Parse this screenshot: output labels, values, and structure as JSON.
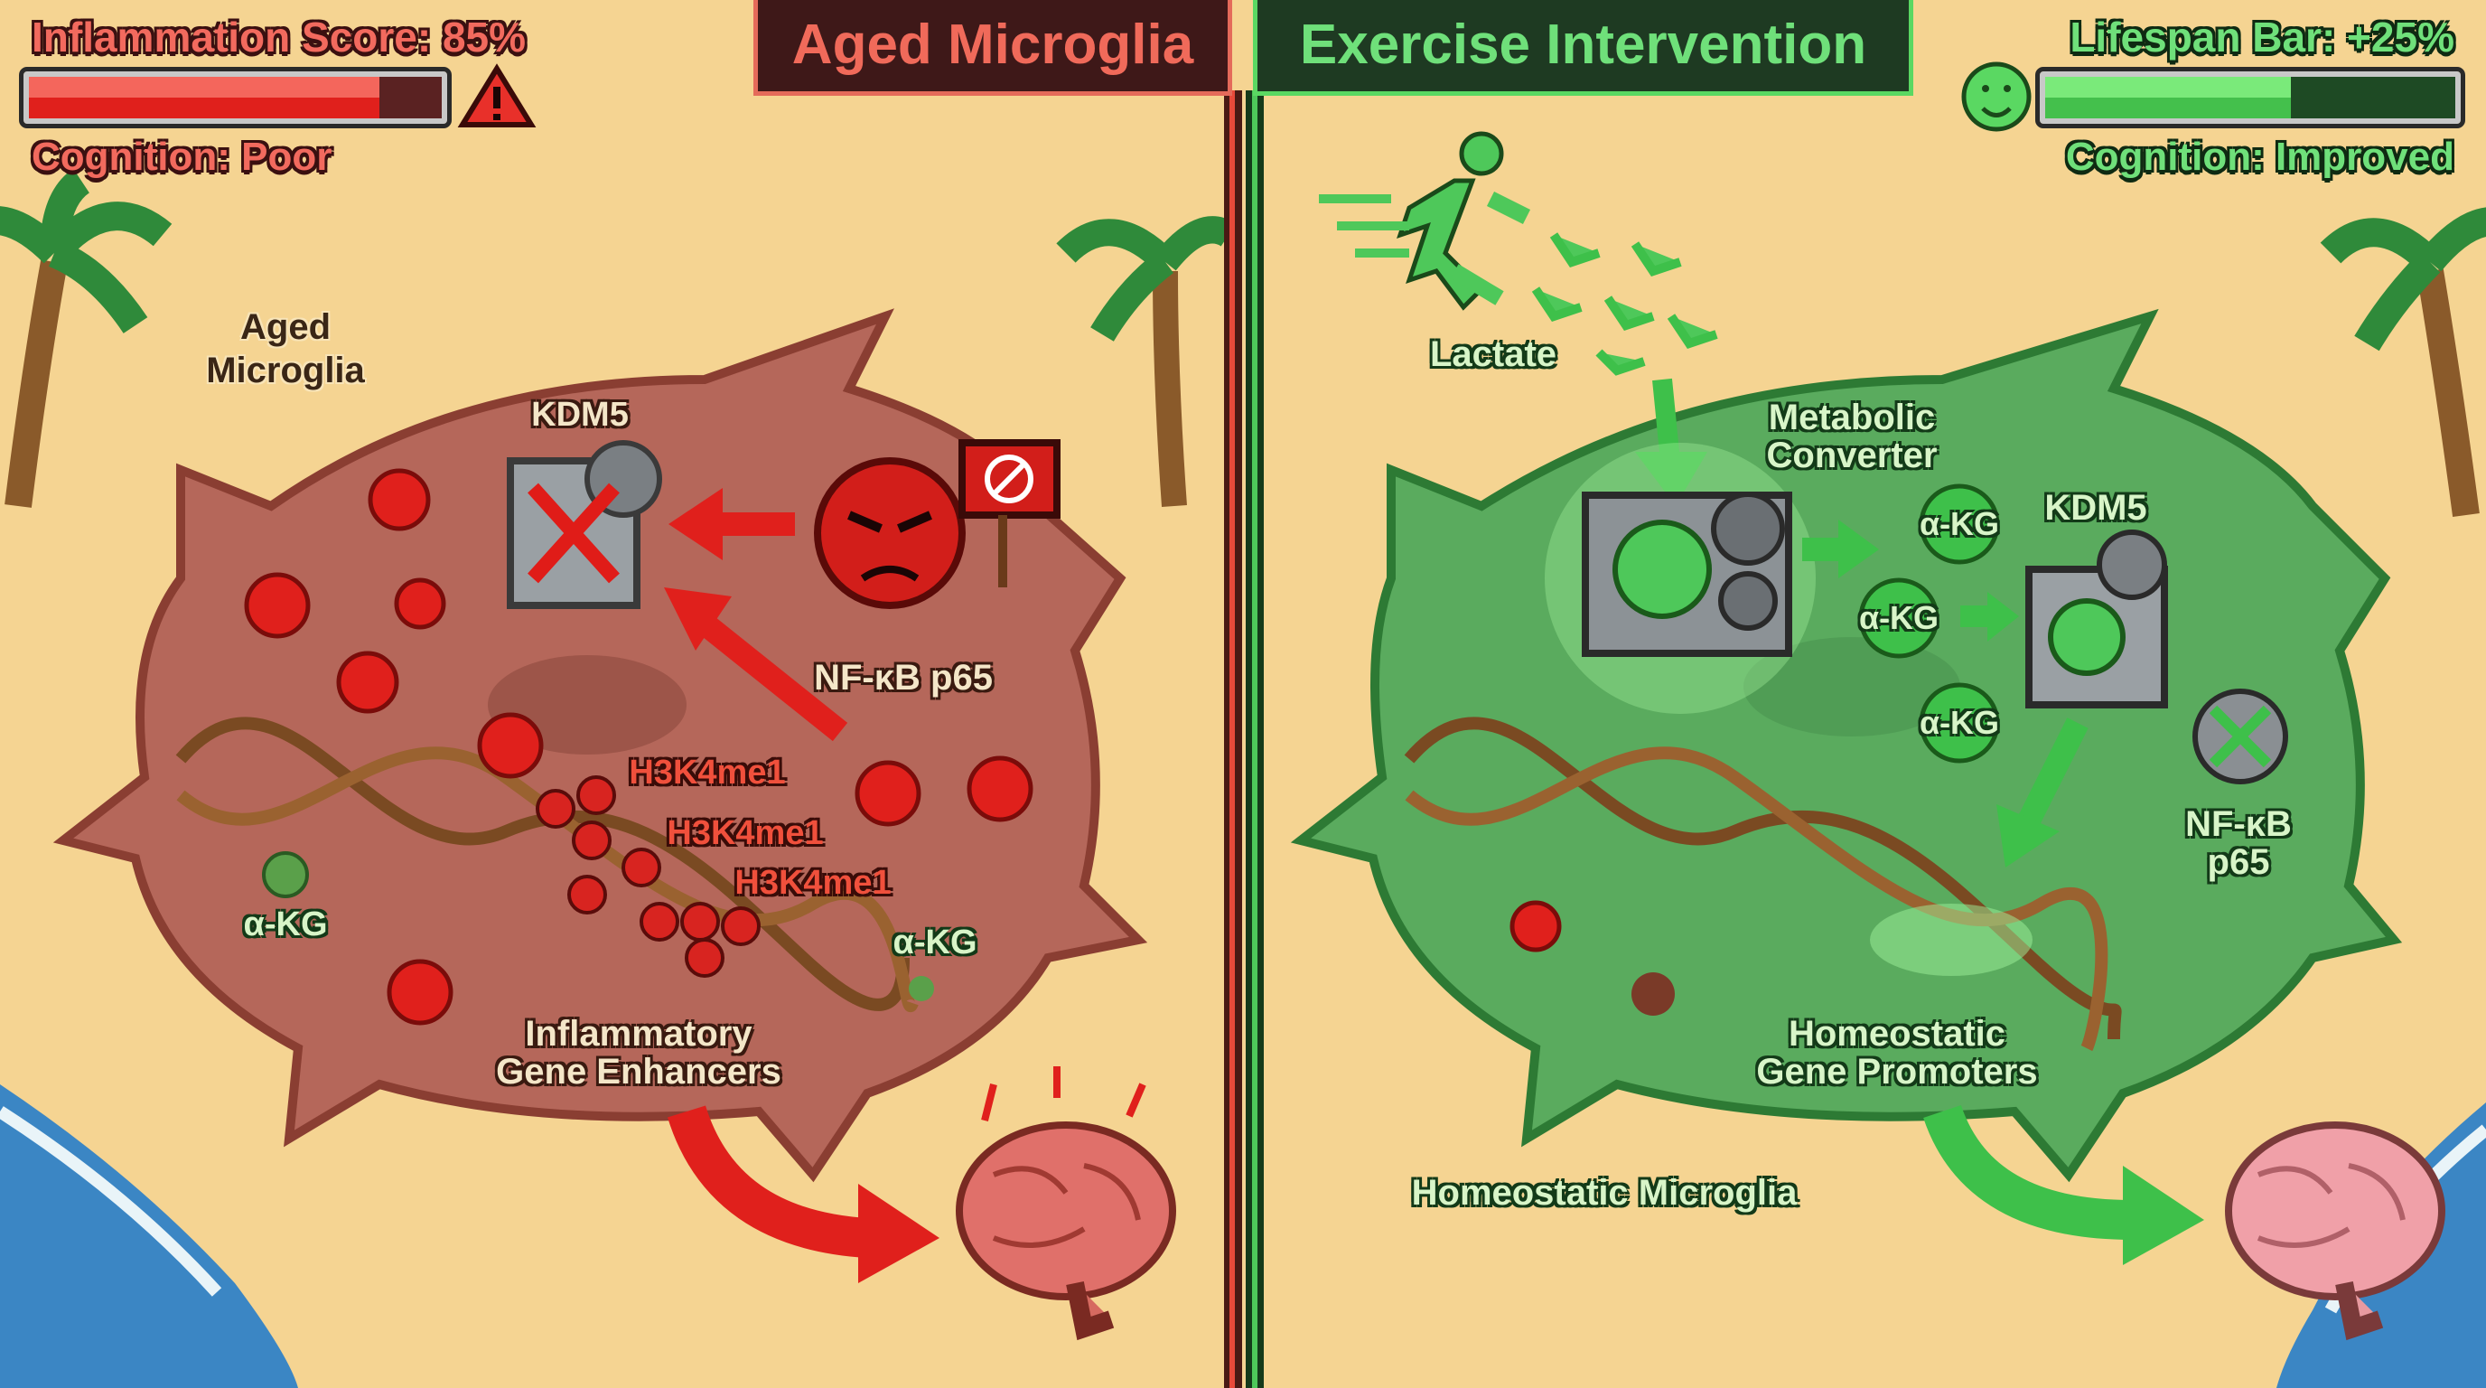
{
  "left_panel": {
    "title": "Aged Microglia",
    "hud": {
      "score_label": "Inflammation Score: 85%",
      "fill": 0.85,
      "cognition": "Cognition: Poor",
      "warning_icon": "warning-triangle-icon"
    },
    "cell_label": [
      "Aged",
      "Microglia"
    ],
    "labels": {
      "kdm5": "KDM5",
      "nfkb": "NF-κB p65",
      "h3k4me1": [
        "H3K4me1",
        "H3K4me1",
        "H3K4me1"
      ],
      "akg": [
        "α-KG",
        "α-KG"
      ],
      "enhancers": [
        "Inflammatory",
        "Gene Enhancers"
      ]
    },
    "colors": {
      "accent": "#e8302a",
      "cell": "#b5675a"
    }
  },
  "right_panel": {
    "title": "Exercise Intervention",
    "hud": {
      "score_label": "Lifespan Bar: +25%",
      "fill": 0.6,
      "cognition": "Cognition: Improved",
      "smiley_icon": "smiley-face-icon"
    },
    "labels": {
      "lactate": "Lactate",
      "converter": [
        "Metabolic",
        "Converter"
      ],
      "akg": [
        "α-KG",
        "α-KG",
        "α-KG"
      ],
      "kdm5": "KDM5",
      "nfkb": [
        "NF-κB",
        "p65"
      ],
      "promoters": [
        "Homeostatic",
        "Gene Promoters"
      ],
      "cell_label": "Homeostatic Microglia"
    },
    "colors": {
      "accent": "#3ec04a",
      "cell": "#5aab5e"
    }
  }
}
